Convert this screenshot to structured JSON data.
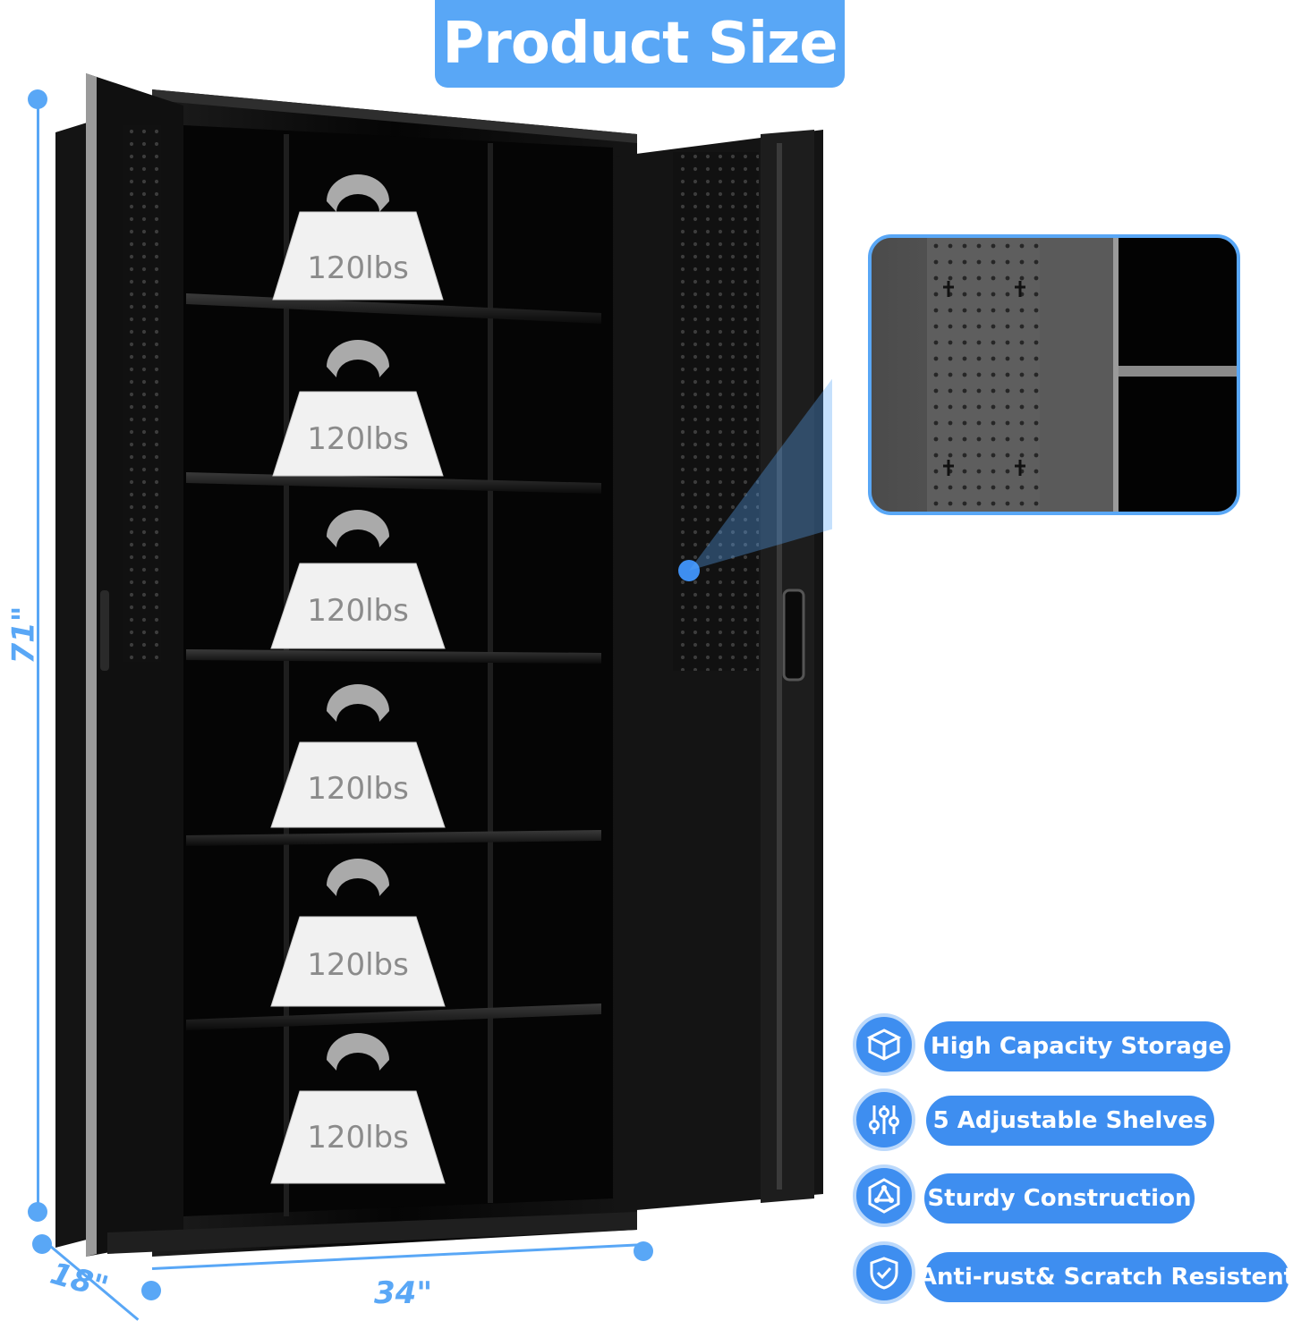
{
  "title": "Product Size",
  "dimensions": {
    "height": "71\"",
    "depth": "18\"",
    "width": "34\""
  },
  "shelf_load_label": "120lbs",
  "shelves": [
    {
      "weight": "120lbs"
    },
    {
      "weight": "120lbs"
    },
    {
      "weight": "120lbs"
    },
    {
      "weight": "120lbs"
    },
    {
      "weight": "120lbs"
    },
    {
      "weight": "120lbs"
    }
  ],
  "features": [
    {
      "label": "High Capacity Storage",
      "icon": "cube-icon"
    },
    {
      "label": "5 Adjustable Shelves",
      "icon": "sliders-icon"
    },
    {
      "label": "Sturdy Construction",
      "icon": "structure-icon"
    },
    {
      "label": "Anti-rust& Scratch Resistent",
      "icon": "shield-icon"
    }
  ],
  "colors": {
    "accent": "#59a7f6",
    "pill": "#3e8ef0",
    "cabinet": "#0b0b0b"
  }
}
